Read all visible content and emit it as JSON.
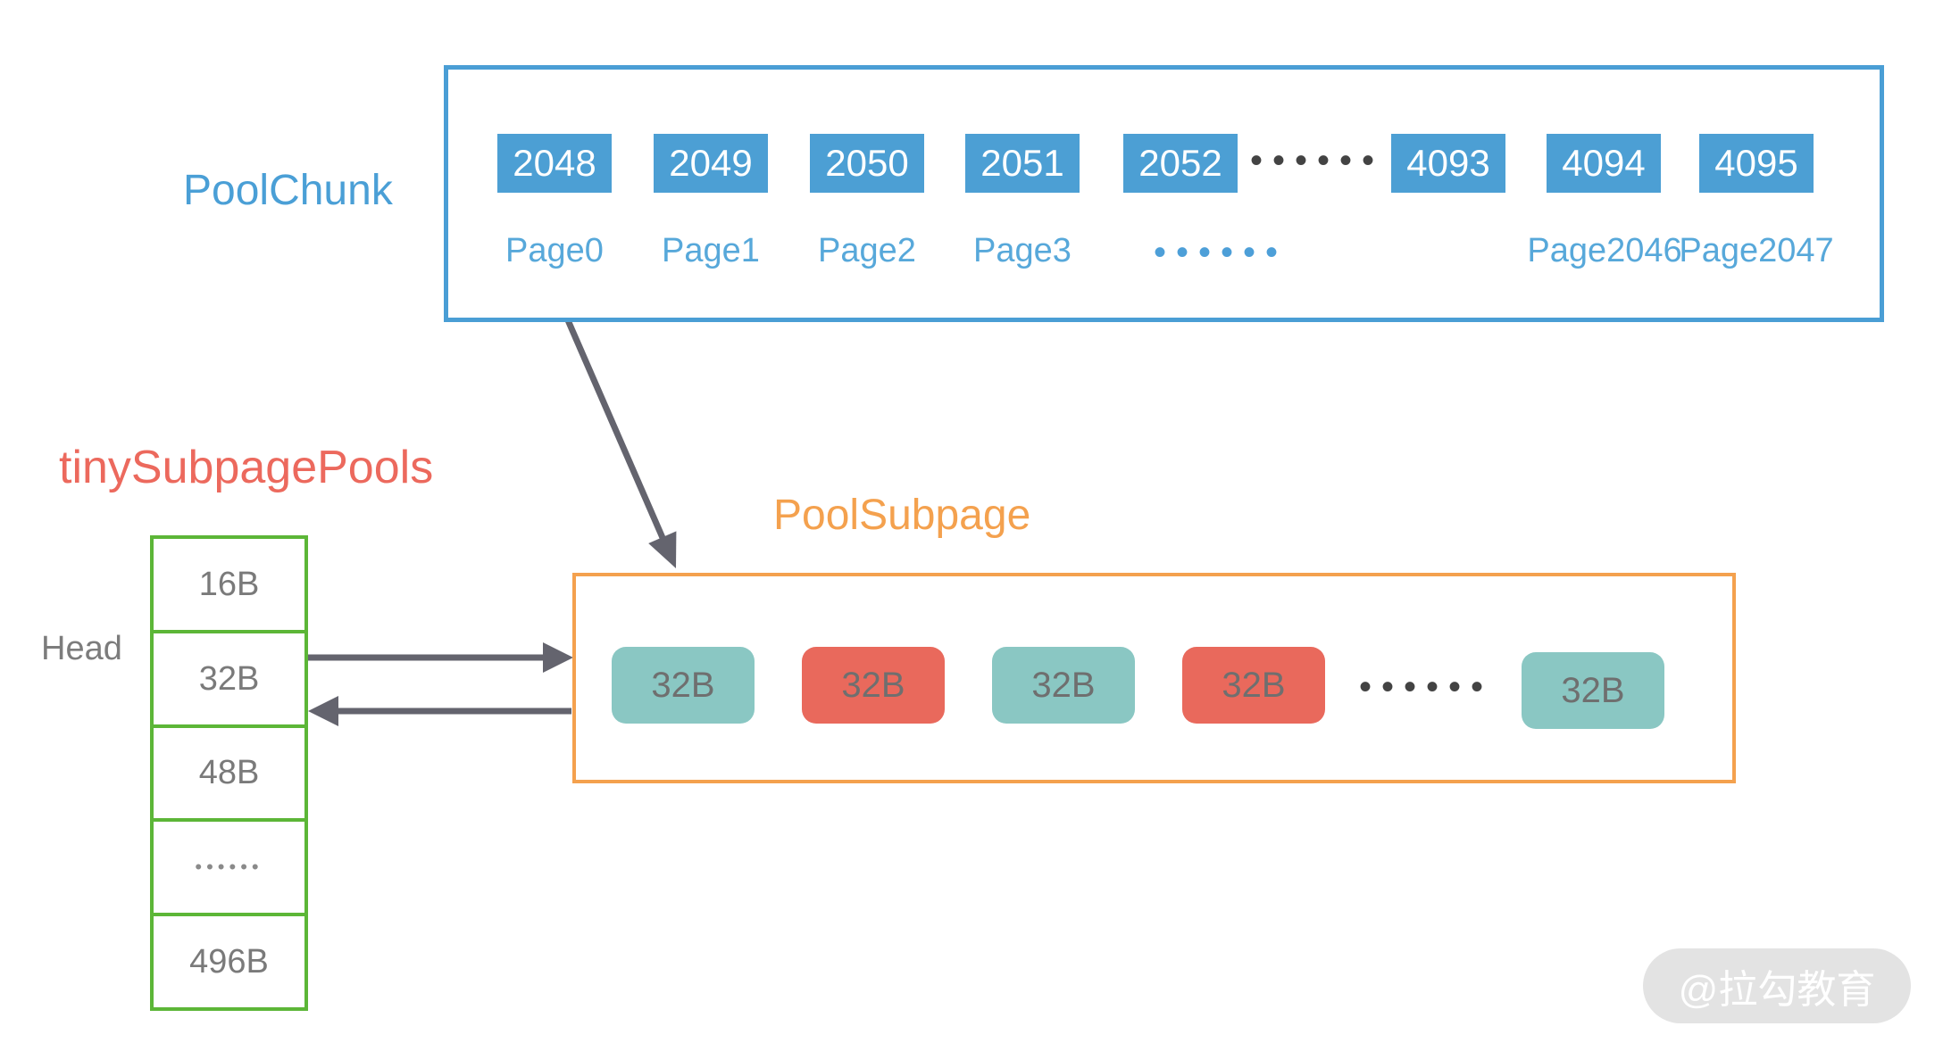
{
  "pool_chunk": {
    "label": "PoolChunk",
    "number_boxes": [
      "2048",
      "2049",
      "2050",
      "2051",
      "2052",
      "4093",
      "4094",
      "4095"
    ],
    "boxes_ellipsis": "••••••",
    "page_labels": [
      "Page0",
      "Page1",
      "Page2",
      "Page3",
      "Page2046",
      "Page2047"
    ],
    "pages_ellipsis": "••••••"
  },
  "tiny_subpage_pools": {
    "label": "tinySubpagePools",
    "head_label": "Head",
    "cells": [
      "16B",
      "32B",
      "48B",
      "••••••",
      "496B"
    ]
  },
  "pool_subpage": {
    "label": "PoolSubpage",
    "blocks": [
      {
        "text": "32B",
        "state": "free"
      },
      {
        "text": "32B",
        "state": "allocated"
      },
      {
        "text": "32B",
        "state": "free"
      },
      {
        "text": "32B",
        "state": "allocated"
      },
      {
        "text": "32B",
        "state": "free"
      }
    ],
    "blocks_ellipsis": "••••••"
  },
  "watermark": {
    "text": "@拉勾教育"
  },
  "colors": {
    "blue_border": "#4A9ED5",
    "blue_box_fill": "#4C9FD4",
    "page_label": "#57A8DA",
    "green_border": "#5CB637",
    "tiny_label": "#EC695D",
    "orange": "#F4A14E",
    "teal_block": "#8AC7C3",
    "red_block": "#E9695C",
    "gray_text": "#7A7A7A",
    "arrow_gray": "#64646E",
    "dark_dots": "#434343",
    "watermark_bg": "#E3E3E3",
    "watermark_text": "#FFFFFF"
  }
}
